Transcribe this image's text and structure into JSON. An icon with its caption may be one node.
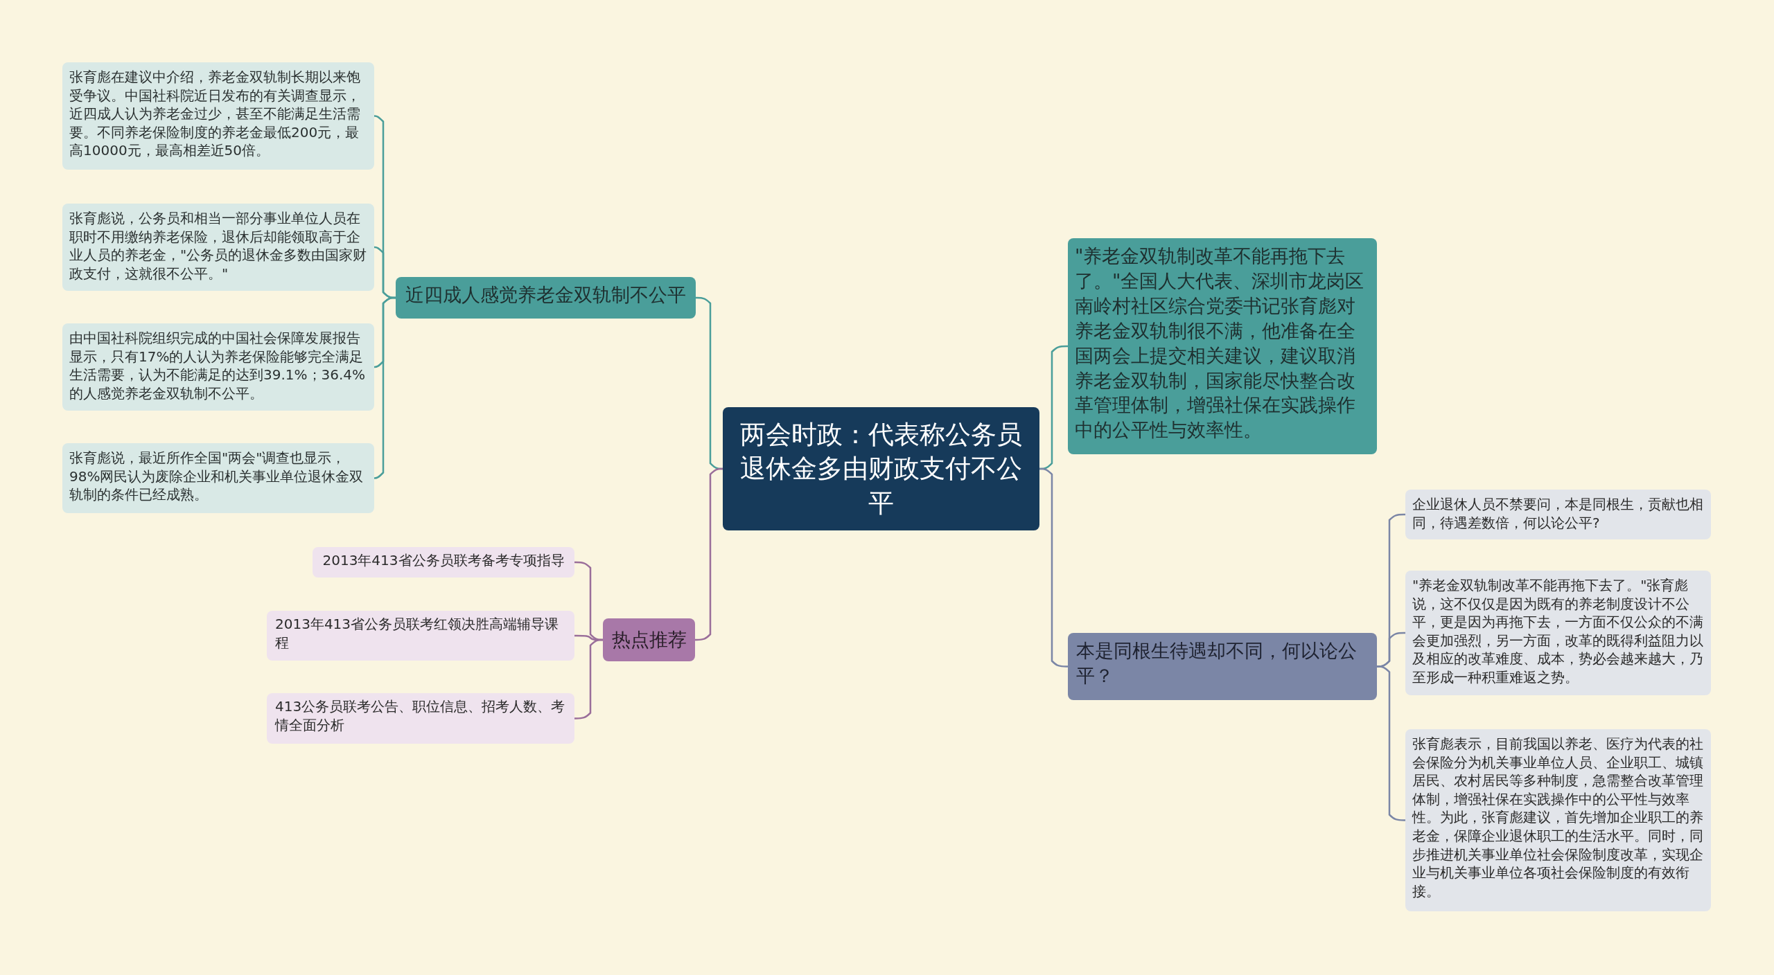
{
  "diagram": {
    "nodes": [
      {
        "text": [
          "两会时政：代表称公务员退休金多由财政支付不公平"
        ]
      },
      {
        "text": [
          "近四成人感觉养老金双轨制不公平"
        ]
      },
      {
        "text": [
          "张育彪在建议中介绍，养老金双轨制长期以来饱受争议。中国社科院近日发布的有关调查显示，近四成人认为养老金过少，甚至不能满足生活需要。不同养老保险制度的养老金最低200元，最高10000元，最高相差近50倍。"
        ]
      },
      {
        "text": [
          "张育彪说，公务员和相当一部分事业单位人员在职时不用缴纳养老保险，退休后却能领取高于企业人员的养老金，\"公务员的退休金多数由国家财政支付，这就很不公平。\""
        ]
      },
      {
        "text": [
          "由中国社科院组织完成的中国社会保障发展报告显示，只有17%的人认为养老保险能够完全满足生活需要，认为不能满足的达到39.1%；36.4%的人感觉养老金双轨制不公平。"
        ]
      },
      {
        "text": [
          "张育彪说，最近所作全国\"两会\"调查也显示，98%网民认为废除企业和机关事业单位退休金双轨制的条件已经成熟。"
        ]
      },
      {
        "text": [
          "热点推荐"
        ]
      },
      {
        "text": [
          "2013年413省公务员联考备考专项指导"
        ]
      },
      {
        "text": [
          "2013年413省公务员联考红领决胜高端辅导课程"
        ]
      },
      {
        "text": [
          "413公务员联考公告、职位信息、招考人数、考情全面分析"
        ]
      },
      {
        "text": [
          "\"养老金双轨制改革不能再拖下去了。\"全国人大代表、深圳市龙岗区南岭村社区综合党委书记张育彪对养老金双轨制很不满，他准备在全国两会上提交相关建议，建议取消养老金双轨制，国家能尽快整合改革管理体制，增强社保在实践操作中的公平性与效率性。"
        ]
      },
      {
        "text": [
          "本是同根生待遇却不同，何以论公平？"
        ]
      },
      {
        "text": [
          "企业退休人员不禁要问，本是同根生，贡献也相同，待遇差数倍，何以论公平?"
        ]
      },
      {
        "text": [
          "\"养老金双轨制改革不能再拖下去了。\"张育彪说，这不仅仅是因为既有的养老制度设计不公平，更是因为再拖下去，一方面不仅公众的不满会更加强烈，另一方面，改革的既得利益阻力以及相应的改革难度、成本，势必会越来越大，乃至形成一种积重难返之势。"
        ]
      },
      {
        "text": [
          "张育彪表示，目前我国以养老、医疗为代表的社会保险分为机关事业单位人员、企业职工、城镇居民、农村居民等多种制度，急需整合改革管理体制，增强社保在实践操作中的公平性与效率性。为此，张育彪建议，首先增加企业职工的养老金，保障企业退休职工的生活水平。同时，同步推进机关事业单位社会保险制度改革，实现企业与机关事业单位各项社会保险制度的有效衔接。"
        ]
      }
    ],
    "edges": [
      {
        "from": 0,
        "to": 1,
        "arrow": "none"
      },
      {
        "from": 1,
        "to": 2,
        "arrow": "none"
      },
      {
        "from": 1,
        "to": 3,
        "arrow": "none"
      },
      {
        "from": 1,
        "to": 4,
        "arrow": "none"
      },
      {
        "from": 1,
        "to": 5,
        "arrow": "none"
      },
      {
        "from": 0,
        "to": 6,
        "arrow": "none",
        "color": "#9a6e9a"
      },
      {
        "from": 6,
        "to": 7,
        "arrow": "none",
        "color": "#9a6e9a"
      },
      {
        "from": 6,
        "to": 8,
        "arrow": "none",
        "color": "#9a6e9a"
      },
      {
        "from": 6,
        "to": 9,
        "arrow": "none",
        "color": "#9a6e9a"
      },
      {
        "from": 0,
        "to": 10,
        "arrow": "none"
      },
      {
        "from": 0,
        "to": 11,
        "arrow": "none",
        "color": "#7b86a6"
      },
      {
        "from": 11,
        "to": 12,
        "arrow": "none",
        "color": "#7b86a6"
      },
      {
        "from": 11,
        "to": 13,
        "arrow": "none",
        "color": "#7b86a6"
      },
      {
        "from": 11,
        "to": 14,
        "arrow": "none",
        "color": "#7b86a6"
      }
    ]
  }
}
